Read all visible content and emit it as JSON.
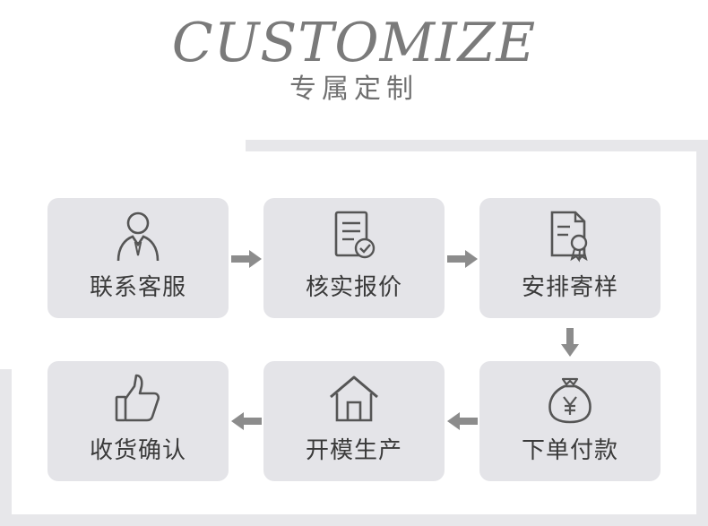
{
  "title": {
    "en": "CUSTOMIZE",
    "zh": "专属定制"
  },
  "steps": [
    {
      "label": "联系客服",
      "icon": "customer-service-person-icon"
    },
    {
      "label": "核实报价",
      "icon": "document-check-icon"
    },
    {
      "label": "安排寄样",
      "icon": "certificate-document-icon"
    },
    {
      "label": "下单付款",
      "icon": "money-bag-yen-icon"
    },
    {
      "label": "开模生产",
      "icon": "house-factory-icon"
    },
    {
      "label": "收货确认",
      "icon": "thumbs-up-icon"
    }
  ],
  "colors": {
    "card": "#e4e4e8",
    "frame": "#e7e7ea",
    "icon": "#555555",
    "arrow": "#8c8c8c",
    "title": "#7a7a7a"
  }
}
